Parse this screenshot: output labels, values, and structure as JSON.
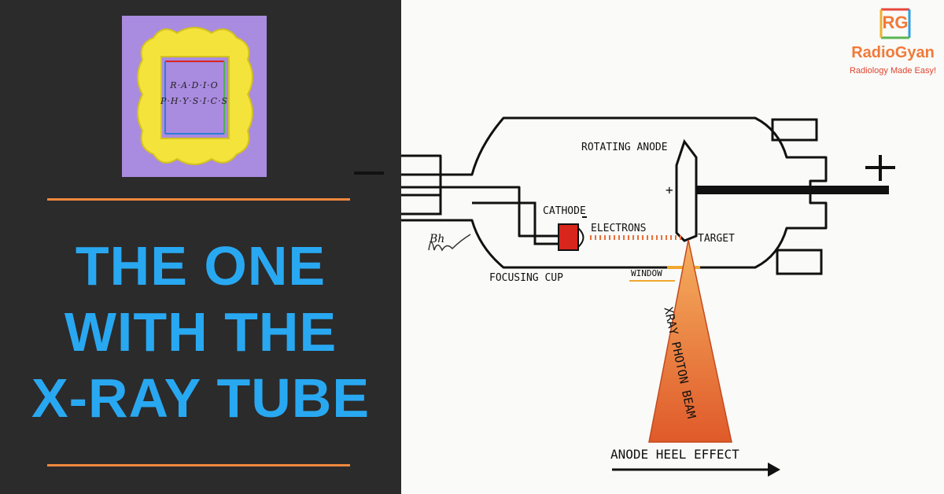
{
  "logo_card": {
    "line1": "R·A·D·I·O",
    "line2": "P·H·Y·S·I·C·S"
  },
  "headline": {
    "line1": "THE ONE",
    "line2": "WITH THE",
    "line3": "X-RAY TUBE"
  },
  "brand": {
    "monogram": "RG",
    "name": "RadioGyan",
    "tagline": "Radiology Made Easy!"
  },
  "diagram": {
    "minus_sign": "−",
    "plus_sign": "+",
    "anode_plus": "+",
    "labels": {
      "rotating_anode": "ROTATING ANODE",
      "cathode": "CATHODE",
      "electrons": "ELECTRONS",
      "target": "TARGET",
      "focusing_cup": "FOCUSING CUP",
      "window": "WINDOW",
      "beam": "XRAY PHOTON BEAM",
      "heel_effect": "ANODE HEEL EFFECT",
      "signature": "Bh"
    }
  },
  "colors": {
    "panel_dark": "#2b2b2b",
    "headline_blue": "#29a8f2",
    "accent_orange": "#f0883e",
    "cathode_red": "#d8261c",
    "beam_orange": "#e8703a",
    "logo_purple": "#a98be0",
    "frame_yellow": "#f3e33b"
  }
}
